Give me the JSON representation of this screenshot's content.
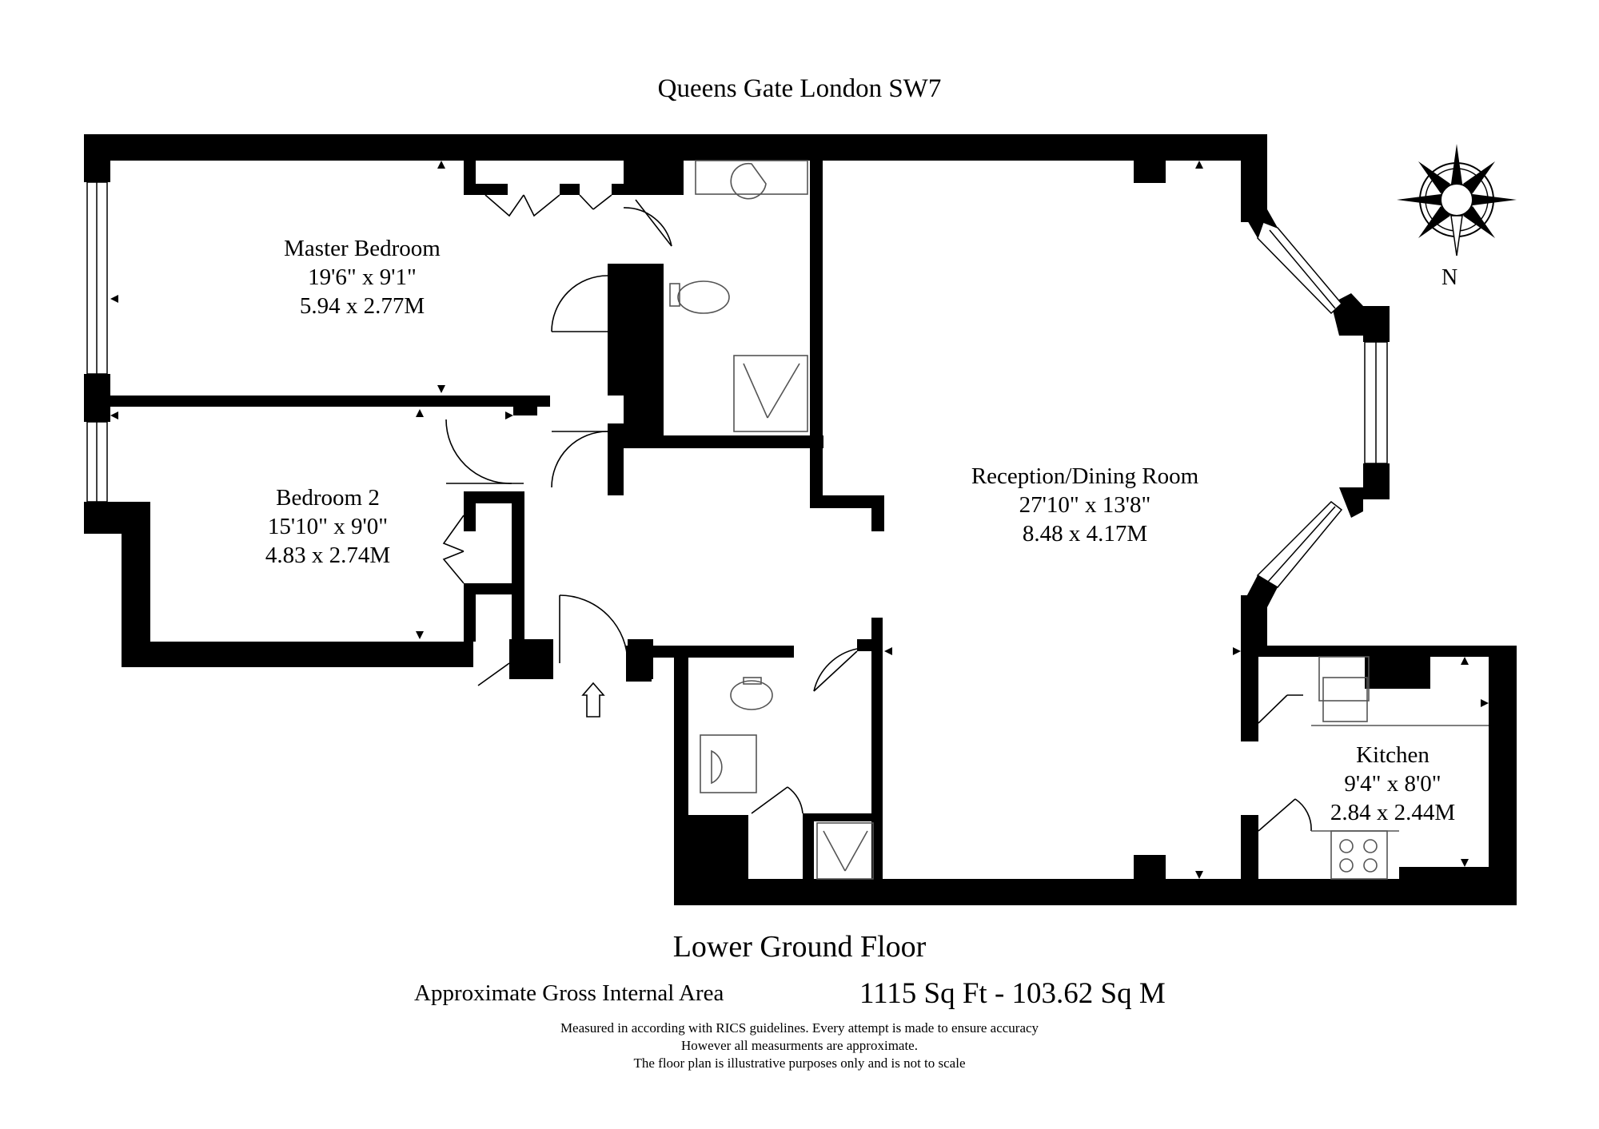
{
  "title": "Queens Gate London SW7",
  "rooms": [
    {
      "name": "Master Bedroom",
      "size_imperial": "19'6\" x 9'1\"",
      "size_metric": "5.94 x 2.77M"
    },
    {
      "name": "Bedroom 2",
      "size_imperial": "15'10\" x 9'0\"",
      "size_metric": "4.83 x 2.74M"
    },
    {
      "name": "Reception/Dining Room",
      "size_imperial": "27'10\" x 13'8\"",
      "size_metric": "8.48 x 4.17M"
    },
    {
      "name": "Kitchen",
      "size_imperial": "9'4\" x 8'0\"",
      "size_metric": "2.84 x 2.44M"
    }
  ],
  "compass_label": "N",
  "floor_name": "Lower Ground Floor",
  "area_label": "Approximate Gross Internal Area",
  "area_value": "1115 Sq Ft - 103.62 Sq M",
  "disclaimer": [
    "Measured in according with RICS guidelines. Every attempt is made to ensure accuracy",
    "However all measurments are approximate.",
    "The floor plan is illustrative purposes only and is not to scale"
  ],
  "colors": {
    "wall": "#000000",
    "background": "#ffffff",
    "fixture": "#555555"
  }
}
